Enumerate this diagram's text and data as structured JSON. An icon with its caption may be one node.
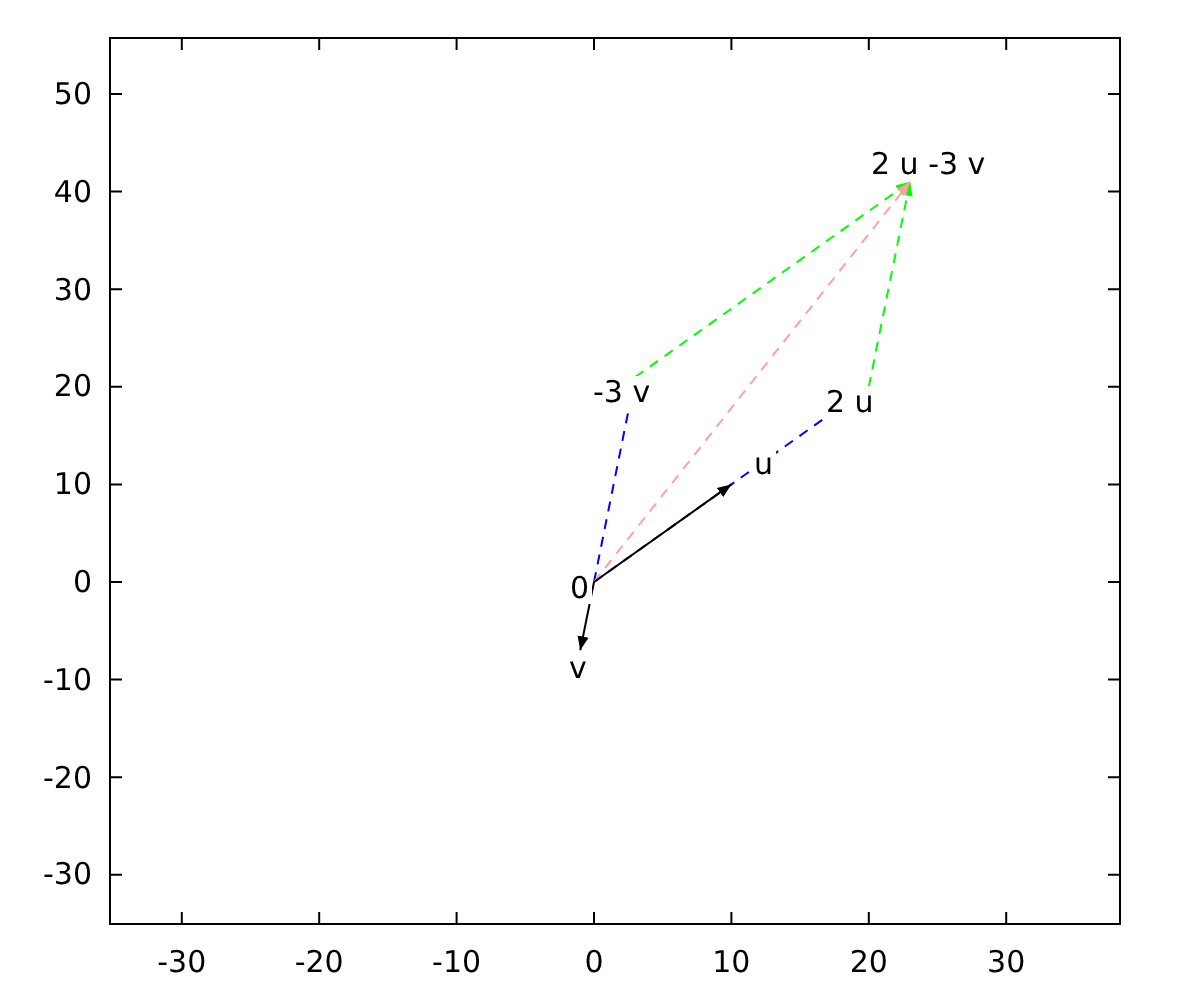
{
  "diagram": {
    "nodes": [
      {
        "text": [
          "0"
        ]
      },
      {
        "text": [
          "u"
        ]
      },
      {
        "text": [
          "v"
        ]
      },
      {
        "text": [
          "2 u"
        ]
      },
      {
        "text": [
          "-3 v"
        ]
      },
      {
        "text": [
          "2 u -3 v"
        ]
      }
    ],
    "edges": [
      {
        "from": 0,
        "to": 3,
        "arrow": "to",
        "style": "dashed",
        "color": "#0000ff"
      },
      {
        "from": 0,
        "to": 4,
        "arrow": "to",
        "style": "dashed",
        "color": "#0000ff"
      },
      {
        "from": 4,
        "to": 5,
        "arrow": "to",
        "style": "dashed",
        "color": "#00ff00"
      },
      {
        "from": 3,
        "to": 5,
        "arrow": "to",
        "style": "dashed",
        "color": "#00ff00"
      },
      {
        "from": 0,
        "to": 5,
        "arrow": "to",
        "style": "dashed",
        "color": "#ffa0a0"
      },
      {
        "from": 0,
        "to": 1,
        "arrow": "to",
        "color": "#000000"
      },
      {
        "from": 0,
        "to": 2,
        "arrow": "to",
        "color": "#000000"
      }
    ],
    "labels": [
      "50",
      "40",
      "30",
      "20",
      "10",
      "0",
      "-10",
      "-20",
      "-30",
      "-30",
      "-20",
      "-10",
      "0",
      "10",
      "20",
      "30"
    ]
  }
}
